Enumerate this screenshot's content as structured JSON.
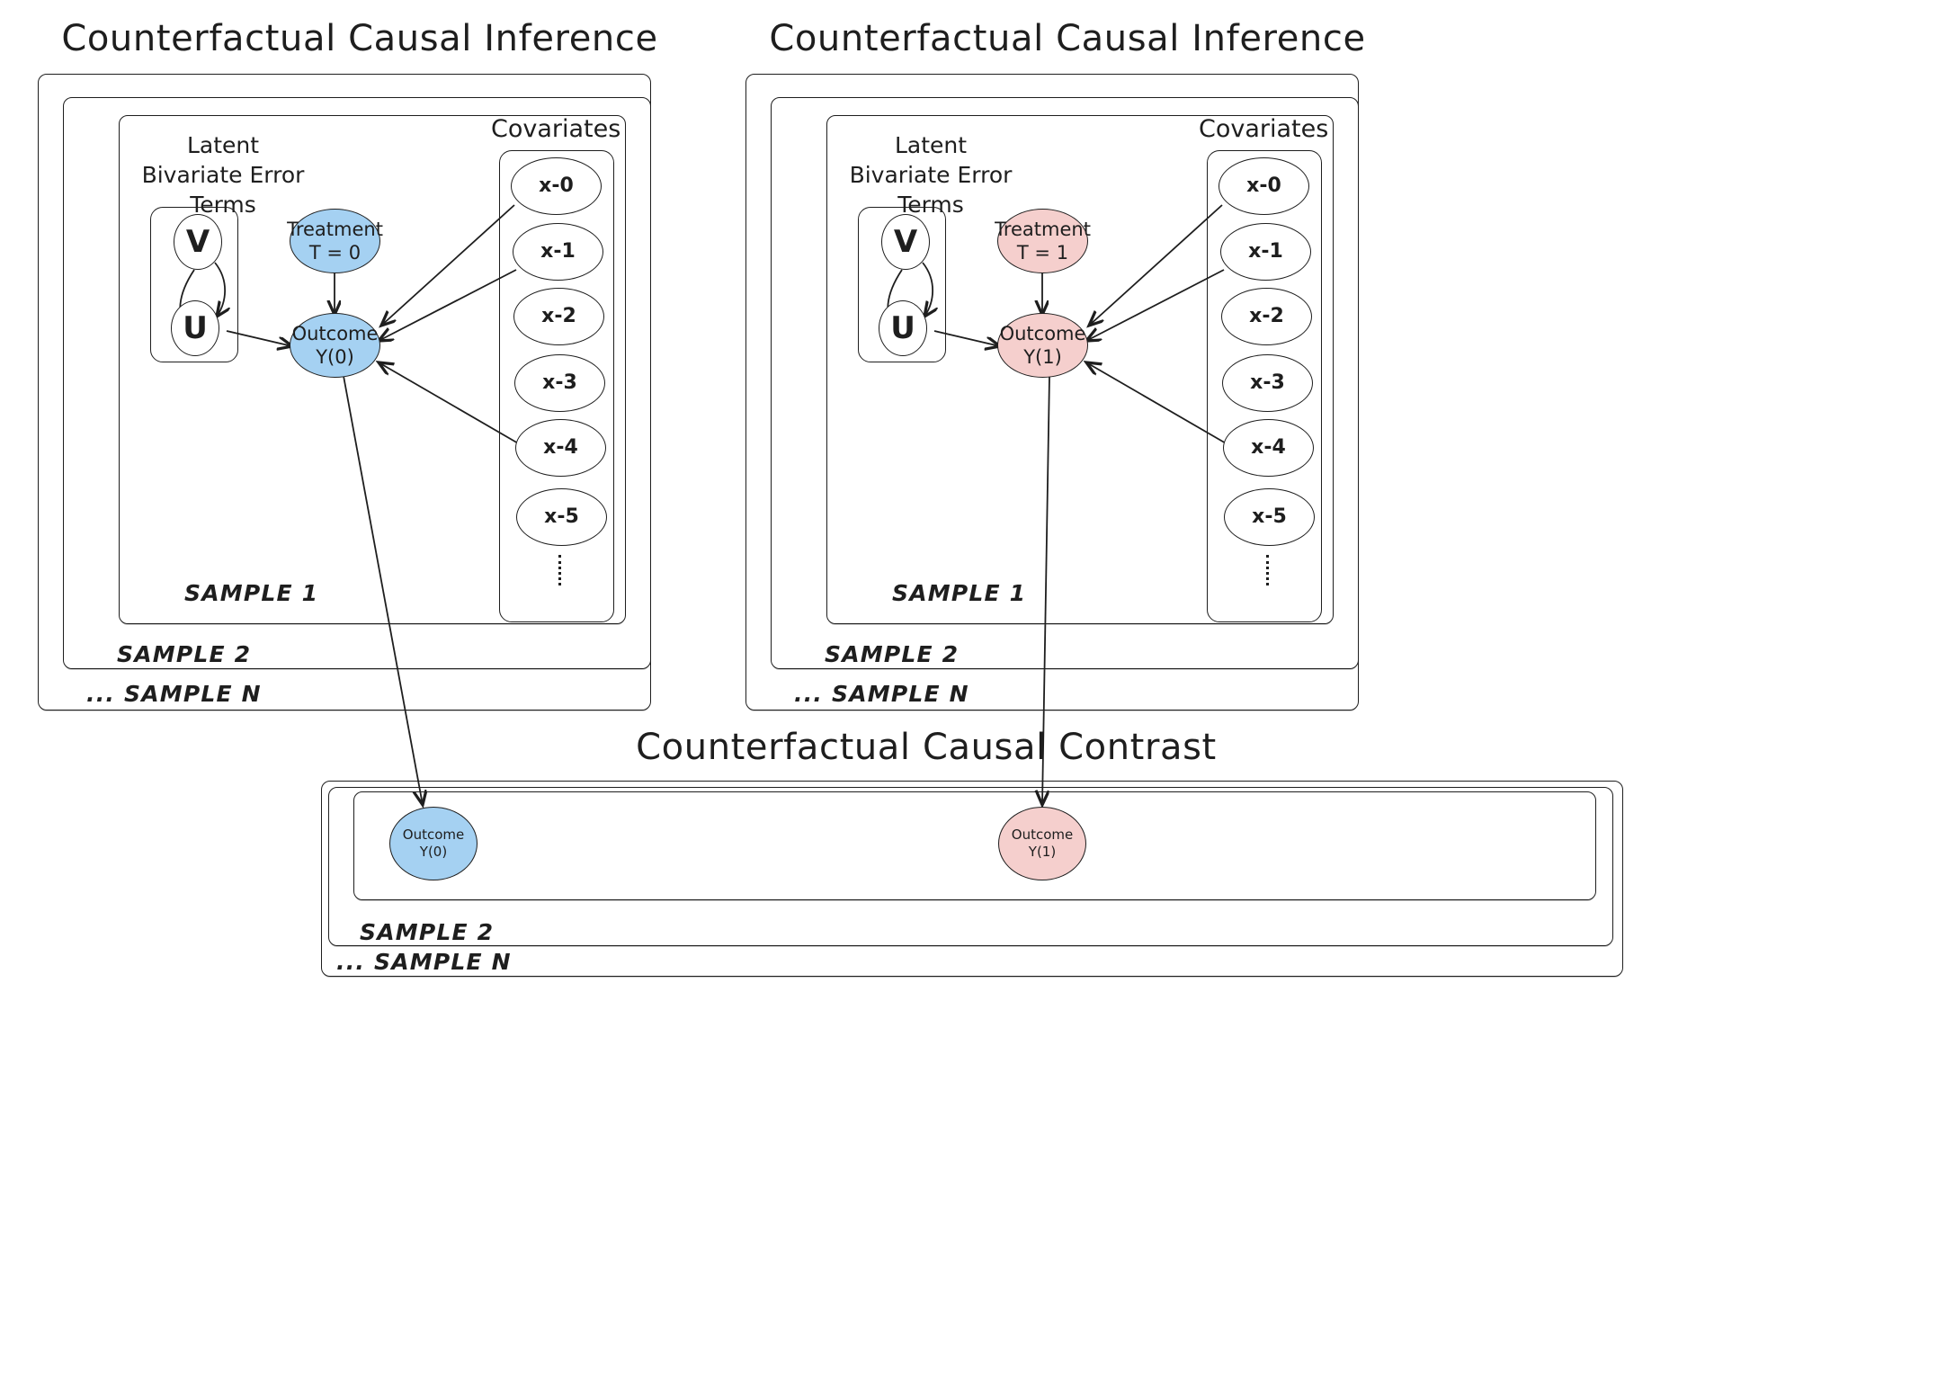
{
  "panels": {
    "left": {
      "title": "Counterfactual Causal Inference",
      "frames": [
        "SAMPLE 1",
        "SAMPLE 2",
        "... SAMPLE N"
      ],
      "latent_title": "Latent\nBivariate Error\nTerms",
      "latent_nodes": [
        {
          "label": "V"
        },
        {
          "label": "U"
        }
      ],
      "covariates_title": "Covariates",
      "covariates": [
        "x-0",
        "x-1",
        "x-2",
        "x-3",
        "x-4",
        "x-5"
      ],
      "covariates_ellipsis": "⋮",
      "treatment": {
        "line1": "Treatment",
        "line2": "T = 0",
        "color": "#a5d1f2"
      },
      "outcome": {
        "line1": "Outcome",
        "line2": "Y(0)",
        "color": "#a5d1f2"
      }
    },
    "right": {
      "title": "Counterfactual Causal Inference",
      "frames": [
        "SAMPLE 1",
        "SAMPLE 2",
        "... SAMPLE N"
      ],
      "latent_title": "Latent\nBivariate Error\nTerms",
      "latent_nodes": [
        {
          "label": "V"
        },
        {
          "label": "U"
        }
      ],
      "covariates_title": "Covariates",
      "covariates": [
        "x-0",
        "x-1",
        "x-2",
        "x-3",
        "x-4",
        "x-5"
      ],
      "covariates_ellipsis": "⋮",
      "treatment": {
        "line1": "Treatment",
        "line2": "T = 1",
        "color": "#f5cfcd"
      },
      "outcome": {
        "line1": "Outcome",
        "line2": "Y(1)",
        "color": "#f5cfcd"
      }
    },
    "bottom": {
      "title": "Counterfactual Causal Contrast",
      "frames": [
        "SAMPLE 2",
        "... SAMPLE N"
      ],
      "outcome_control": {
        "line1": "Outcome",
        "line2": "Y(0)",
        "color": "#a5d1f2"
      },
      "outcome_treated": {
        "line1": "Outcome",
        "line2": "Y(1)",
        "color": "#f5cfcd"
      }
    }
  },
  "colors": {
    "control": "#a5d1f2",
    "treated": "#f5cfcd",
    "stroke": "#1e1e1e",
    "background": "#ffffff"
  }
}
